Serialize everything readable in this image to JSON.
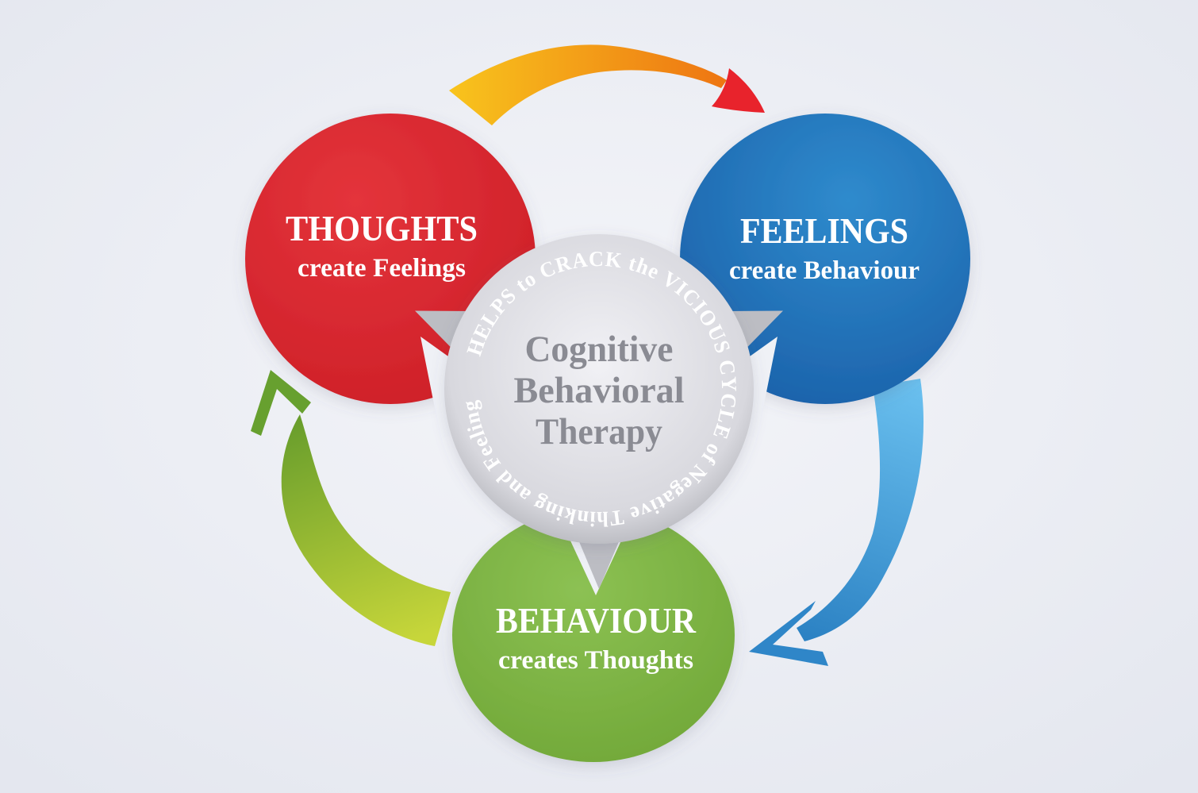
{
  "background": {
    "center_color": "#f4f5f9",
    "edge_color": "#e4e7ef",
    "notch_color": "#eff1f6"
  },
  "nodes": {
    "thoughts": {
      "title": "THOUGHTS",
      "subtitle": "create Feelings",
      "color_light": "#e4343b",
      "color_dark": "#cd1f27"
    },
    "feelings": {
      "title": "FEELINGS",
      "subtitle": "create Behaviour",
      "color_light": "#2f8bcd",
      "color_dark": "#1a5fa8"
    },
    "behaviour": {
      "title": "BEHAVIOUR",
      "subtitle": "creates Thoughts",
      "color_light": "#8cc153",
      "color_dark": "#6fa636"
    }
  },
  "center": {
    "ring_text": "HELPS to CRACK the VICIOUS CYCLE of Negative Thinking and Feeling",
    "title_lines": [
      "Cognitive",
      "Behavioral",
      "Therapy"
    ],
    "text_color": "#8a8b93",
    "circle_color_center": "#f1f1f5",
    "circle_color_edge": "#b2b3b9",
    "tail_color": "#bcbdc3"
  },
  "arrows": {
    "thoughts_to_feelings": {
      "position": "top",
      "direction": "left-to-right",
      "body_gradient": [
        "#f8c41d",
        "#ed6d11"
      ],
      "head_color": "#e8232c"
    },
    "feelings_to_behaviour": {
      "position": "right",
      "direction": "top-to-bottom",
      "body_gradient": [
        "#6ac0ef",
        "#2a80c2"
      ],
      "head_color": "#2f86c8"
    },
    "behaviour_to_thoughts": {
      "position": "left",
      "direction": "bottom-to-top",
      "body_gradient": [
        "#61992b",
        "#c7d63a"
      ],
      "head_color": "#67a02f"
    }
  }
}
